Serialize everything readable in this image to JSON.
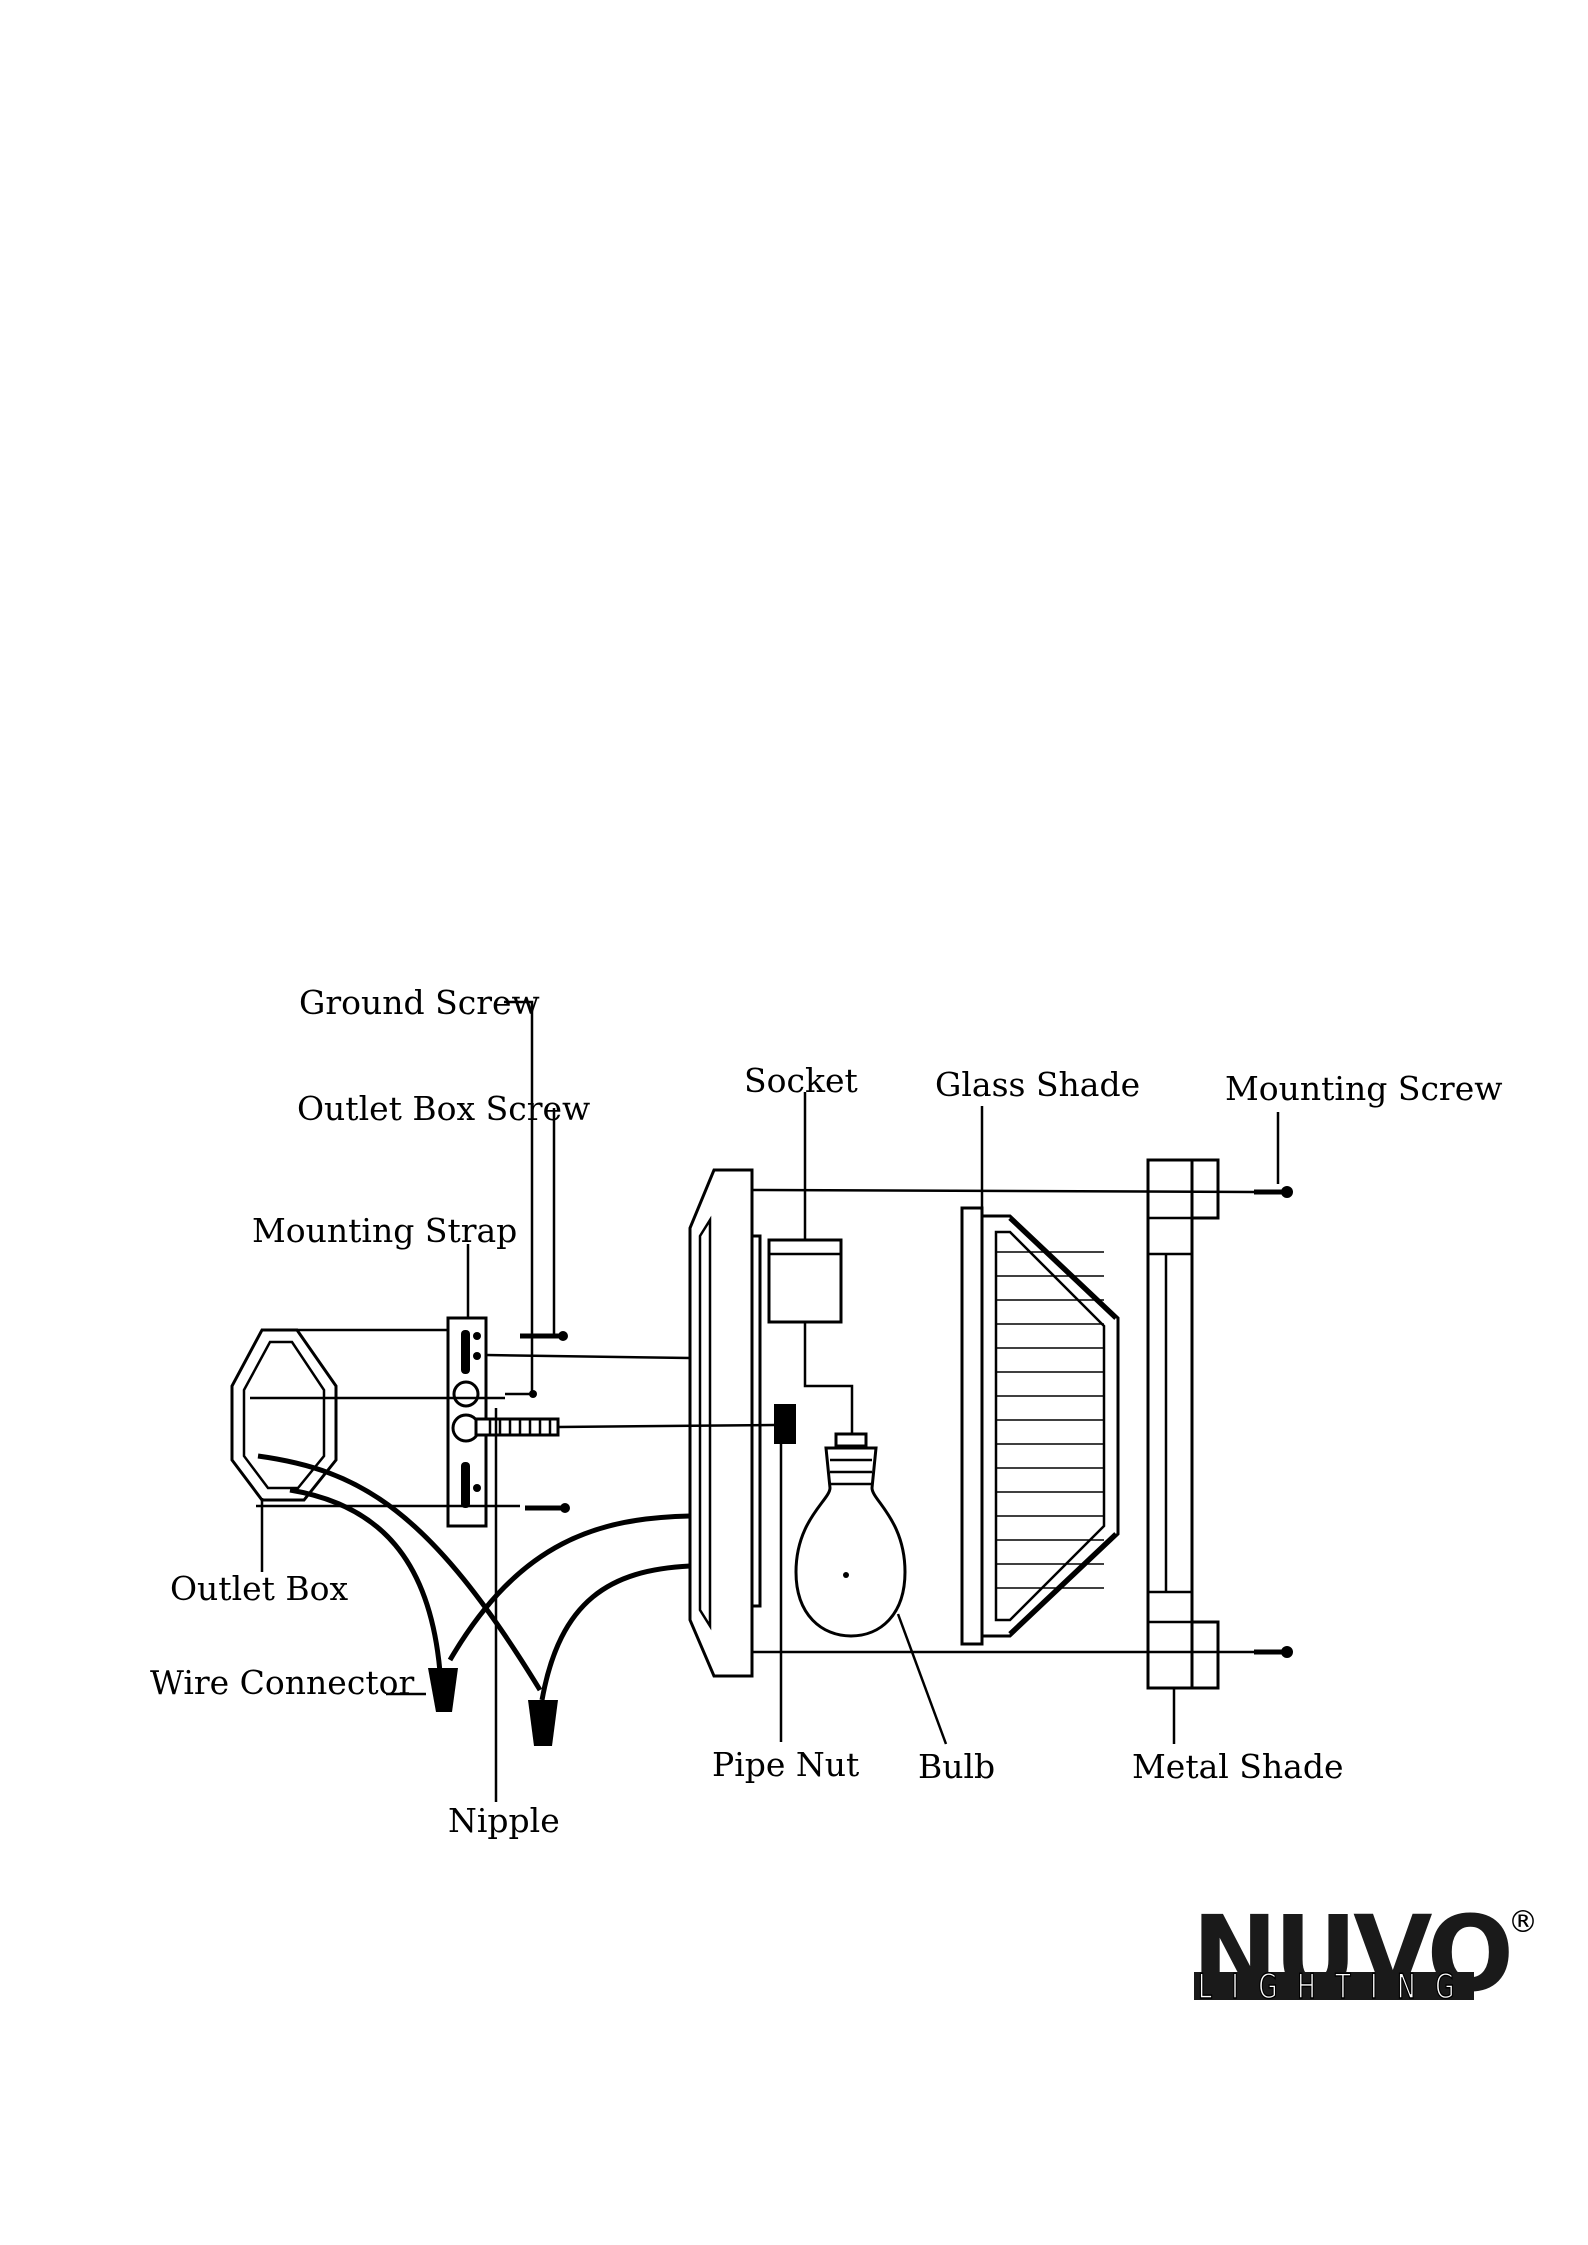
{
  "labels": {
    "ground_screw": "Ground Screw",
    "outlet_box_screw": "Outlet Box Screw",
    "mounting_strap": "Mounting Strap",
    "socket": "Socket",
    "glass_shade": "Glass Shade",
    "mounting_screw": "Mounting Screw",
    "outlet_box": "Outlet Box",
    "wire_connector": "Wire Connector",
    "pipe_nut": "Pipe Nut",
    "bulb": "Bulb",
    "metal_shade": "Metal Shade",
    "nipple": "Nipple"
  },
  "logo": {
    "brand": "NUVO",
    "sub": "LIGHTING",
    "registered": "®"
  }
}
